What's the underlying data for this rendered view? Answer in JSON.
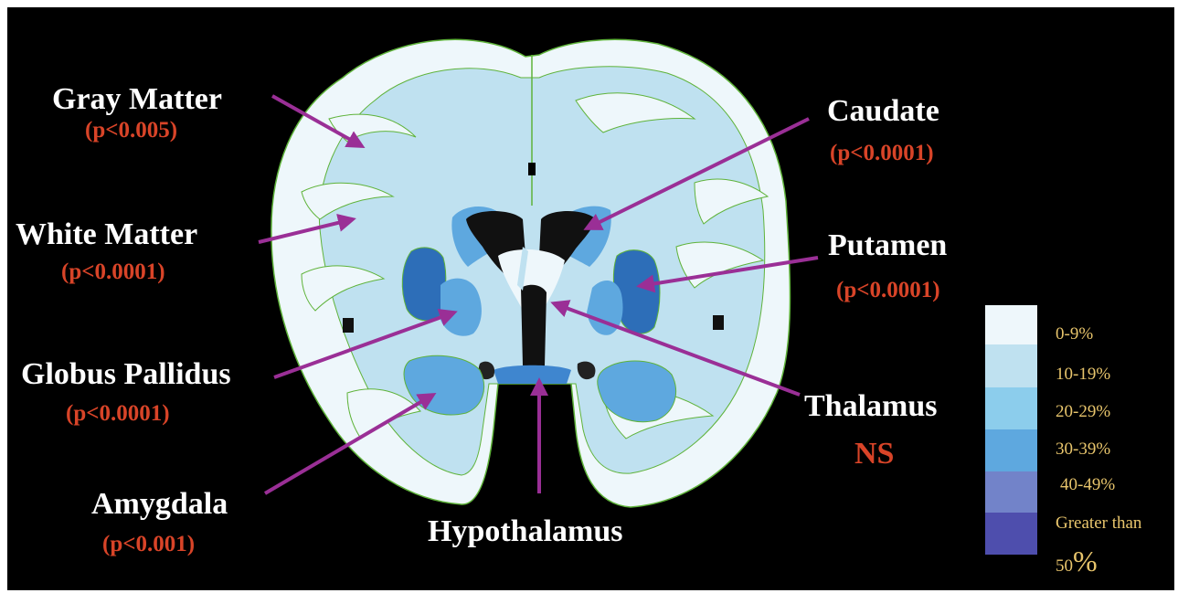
{
  "labels": {
    "gray_matter": "Gray Matter",
    "white_matter": "White Matter",
    "globus_pallidus": "Globus Pallidus",
    "amygdala": "Amygdala",
    "hypothalamus": "Hypothalamus",
    "caudate": "Caudate",
    "putamen": "Putamen",
    "thalamus": "Thalamus"
  },
  "p_values": {
    "gray_matter": "(p<0.005)",
    "white_matter": "(p<0.0001)",
    "globus_pallidus": "(p<0.0001)",
    "amygdala": "(p<0.001)",
    "caudate": "(p<0.0001)",
    "putamen": "(p<0.0001)",
    "thalamus": "NS"
  },
  "legend": {
    "items": [
      {
        "label": "0-9%",
        "color": "#eef7fb"
      },
      {
        "label": "10-19%",
        "color": "#bfe1f0"
      },
      {
        "label": "20-29%",
        "color": "#8ccdec"
      },
      {
        "label": "30-39%",
        "color": "#5ea8df"
      },
      {
        "label": "40-49%",
        "color": "#7283c9"
      },
      {
        "label": "Greater than",
        "color": "#4e4ead"
      }
    ],
    "last_suffix_num": "50",
    "last_suffix_pct": "%"
  },
  "colors": {
    "background": "#000000",
    "label_text": "#ffffff",
    "p_value_text": "#d84428",
    "legend_text": "#e8c56c",
    "arrow": "#9a2f96"
  }
}
